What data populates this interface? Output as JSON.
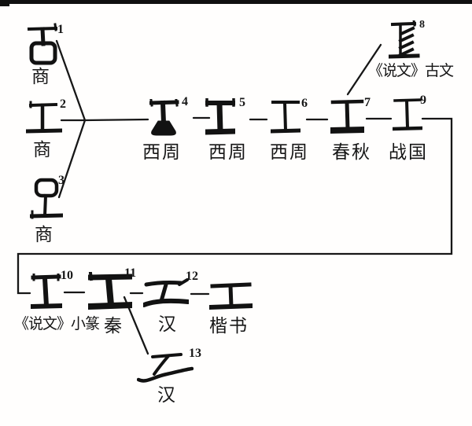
{
  "diagram": {
    "subject_character": "工",
    "nodes": [
      {
        "num": "1",
        "label": "商",
        "glyph": "oracle-gong-box-bottom-glyph"
      },
      {
        "num": "2",
        "label": "商",
        "glyph": "oracle-gong-ibeam-glyph"
      },
      {
        "num": "3",
        "label": "商",
        "glyph": "oracle-gong-box-top-glyph"
      },
      {
        "num": "4",
        "label": "西周",
        "glyph": "bronze-gong-flared-base-glyph"
      },
      {
        "num": "5",
        "label": "西周",
        "glyph": "bronze-gong-bold-glyph"
      },
      {
        "num": "6",
        "label": "西周",
        "glyph": "bronze-gong-thin-glyph"
      },
      {
        "num": "7",
        "label": "春秋",
        "glyph": "spring-autumn-gong-heavy-base-glyph"
      },
      {
        "num": "8",
        "label": "《说文》古文",
        "glyph": "shuowen-guwen-gong-hatched-glyph"
      },
      {
        "num": "9",
        "label": "战国",
        "glyph": "warring-states-gong-glyph"
      },
      {
        "num": "10",
        "label": "《说文》小篆",
        "glyph": "small-seal-gong-glyph"
      },
      {
        "num": "11",
        "label": "秦",
        "glyph": "qin-gong-bold-glyph"
      },
      {
        "num": "12",
        "label": "汉",
        "glyph": "han-clerical-gong-glyph"
      },
      {
        "num": "",
        "label": "楷书",
        "glyph": "kaishu-gong-glyph"
      },
      {
        "num": "13",
        "label": "汉",
        "glyph": "han-cursive-gong-glyph"
      }
    ]
  }
}
